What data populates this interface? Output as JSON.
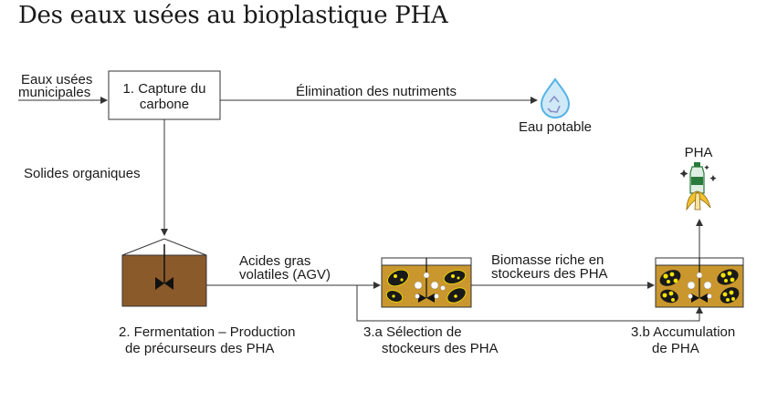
{
  "title": "Des eaux usées au bioplastique PHA",
  "nodes": {
    "influent": {
      "lines": [
        "Eaux usées",
        "municipales"
      ]
    },
    "capture": {
      "lines": [
        "1. Capture du",
        "carbone"
      ]
    },
    "potable": {
      "label": "Eau potable"
    },
    "fermentation": {
      "lines": [
        "2. Fermentation – Production",
        "de précurseurs des PHA"
      ]
    },
    "selection": {
      "lines": [
        "3.a Sélection de",
        "stockeurs des PHA"
      ]
    },
    "accumulation": {
      "lines": [
        "3.b Accumulation",
        "de PHA"
      ]
    },
    "pha": {
      "label": "PHA"
    }
  },
  "edges": {
    "nutrients": {
      "label": "Élimination des nutriments"
    },
    "solids": {
      "label": "Solides organiques"
    },
    "vfa": {
      "lines": [
        "Acides gras",
        "volatiles (AGV)"
      ]
    },
    "biomass": {
      "lines": [
        "Biomasse riche en",
        "stockeurs des PHA"
      ]
    }
  },
  "colors": {
    "fermenter_fill": "#8b5a2b",
    "reactor_fill": "#c9972e",
    "cell_fill": "#1a1a1a",
    "granule_fill": "#f5e400",
    "water_drop": "#55b3e6",
    "bottle_green": "#2a7a3b",
    "banana_yellow": "#f2c230"
  },
  "icons": [
    "water-drop-recycle-icon",
    "pha-bottle-icon",
    "banana-peel-icon",
    "mixer-impeller-icon"
  ]
}
